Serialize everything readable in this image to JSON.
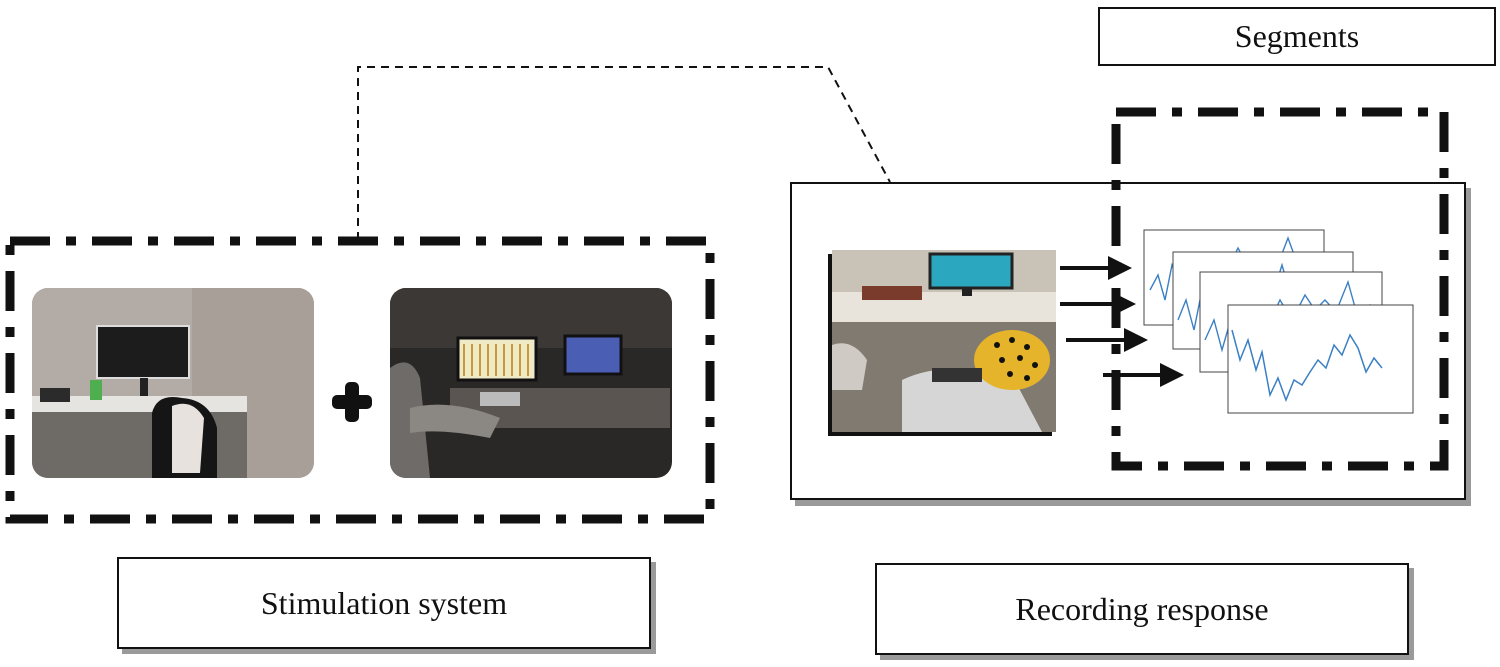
{
  "labels": {
    "segments": "Segments",
    "stimulation": "Stimulation system",
    "recording": "Recording response"
  },
  "colors": {
    "line": "#111111",
    "shadow": "#9a9a9a",
    "signal": "#3b7fc4"
  },
  "icons": {
    "plus": "plus-icon",
    "arrow": "arrow-right-icon"
  }
}
